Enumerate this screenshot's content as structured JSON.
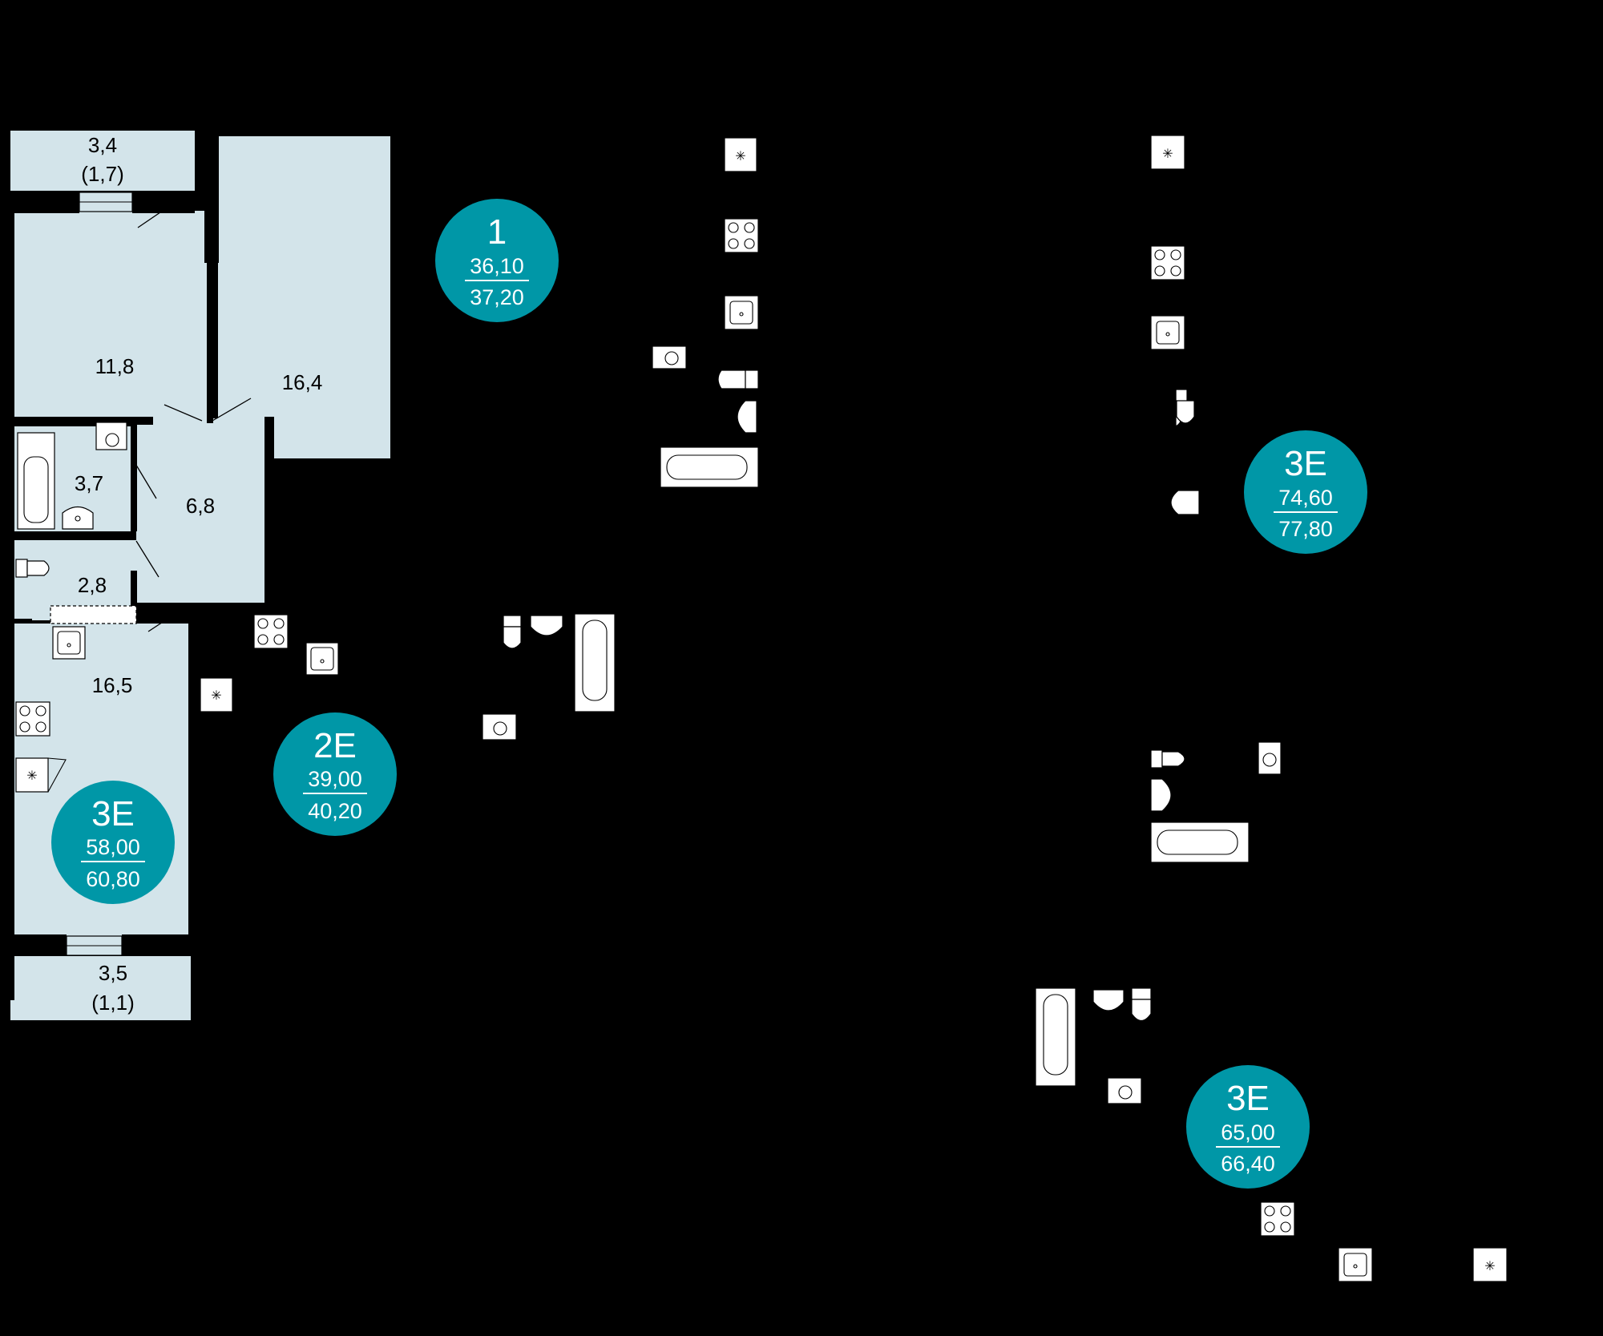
{
  "rooms": [
    {
      "area": "3,4",
      "sub": "(1,7)"
    },
    {
      "area": "11,8"
    },
    {
      "area": "16,4"
    },
    {
      "area": "3,7"
    },
    {
      "area": "6,8"
    },
    {
      "area": "2,8"
    },
    {
      "area": "16,5"
    },
    {
      "area": "3,5",
      "sub": "(1,1)"
    }
  ],
  "apartments": [
    {
      "type": "1",
      "living": "36,10",
      "total": "37,20"
    },
    {
      "type": "2E",
      "living": "39,00",
      "total": "40,20"
    },
    {
      "type": "3E",
      "living": "58,00",
      "total": "60,80"
    },
    {
      "type": "3E",
      "living": "74,60",
      "total": "77,80"
    },
    {
      "type": "3E",
      "living": "65,00",
      "total": "66,40"
    }
  ],
  "colors": {
    "room_fill": "#d3e4ea",
    "badge": "#0097a7",
    "background": "#000000"
  },
  "fixture_icons": [
    "stove-icon",
    "sink-icon",
    "toilet-icon",
    "bathtub-icon",
    "washer-icon",
    "fridge-icon",
    "washbasin-icon"
  ]
}
